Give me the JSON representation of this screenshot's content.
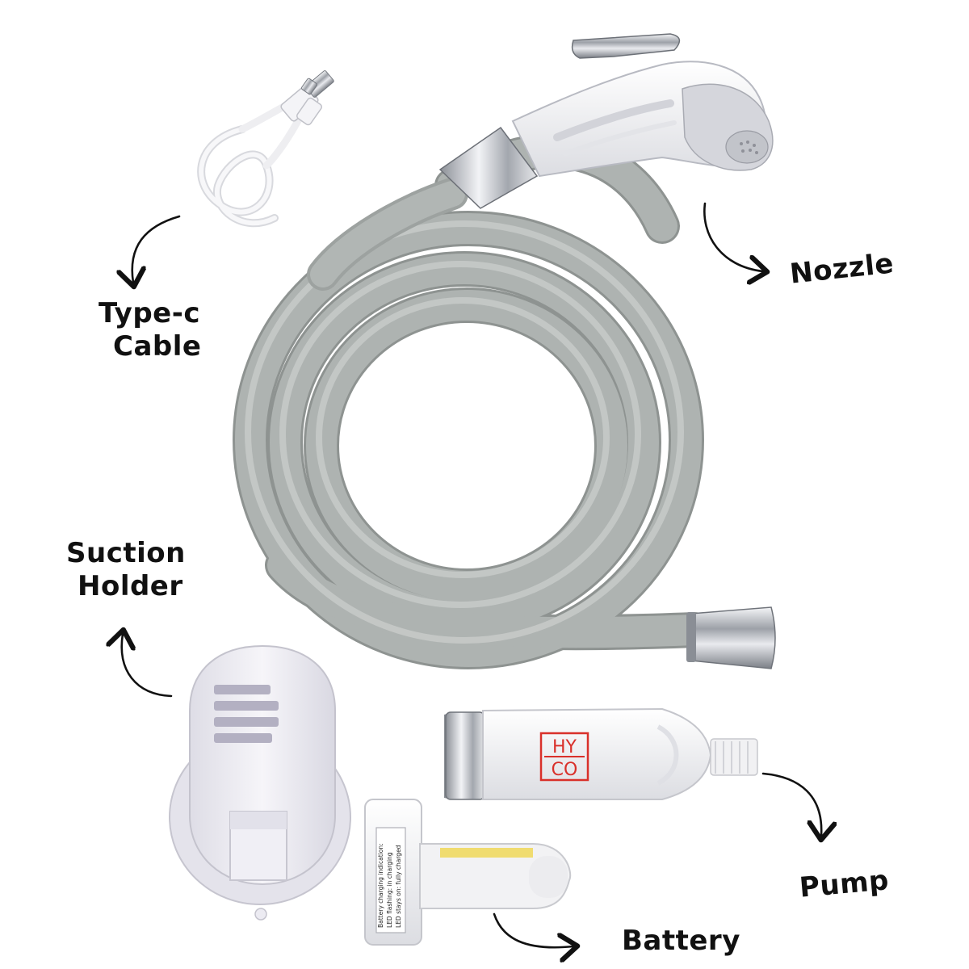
{
  "labels": {
    "type_c_line1": "Type-c",
    "type_c_line2": "Cable",
    "nozzle": "Nozzle",
    "suction_line1": "Suction",
    "suction_line2": "Holder",
    "pump": "Pump",
    "battery": "Battery"
  },
  "pump_brand": {
    "line1": "HY",
    "line2": "CO",
    "color": "#d9302a"
  },
  "battery_sticker": {
    "line1": "Battery charging indication:",
    "line2": "LED flashing: in charging",
    "line3": "LED stays on: fully charged"
  },
  "colors": {
    "hose": "#a8adab",
    "plastic": "#f2f2f4",
    "chrome": "#c9ccd2",
    "ink": "#111111"
  }
}
